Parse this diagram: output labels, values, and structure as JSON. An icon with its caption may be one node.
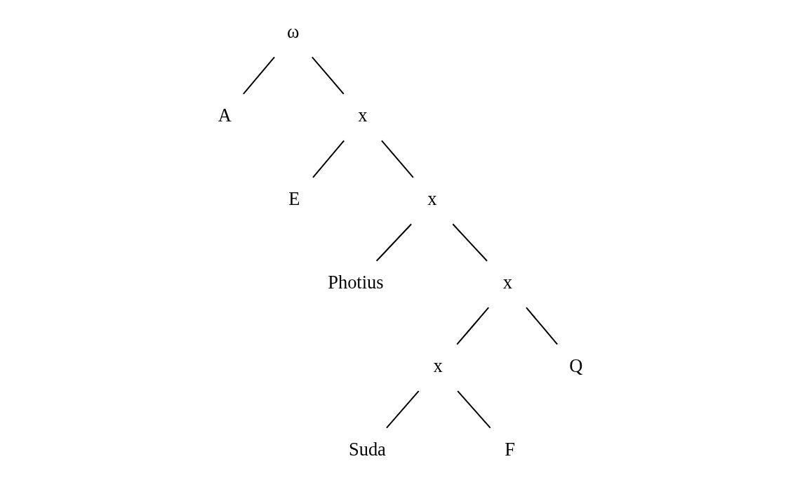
{
  "diagram": {
    "nodes": [
      {
        "text": [
          "ω"
        ]
      },
      {
        "text": [
          "A"
        ]
      },
      {
        "text": [
          "x"
        ]
      },
      {
        "text": [
          "E"
        ]
      },
      {
        "text": [
          "x"
        ]
      },
      {
        "text": [
          "Photius"
        ]
      },
      {
        "text": [
          "x"
        ]
      },
      {
        "text": [
          "x"
        ]
      },
      {
        "text": [
          "Q"
        ]
      },
      {
        "text": [
          "Suda"
        ]
      },
      {
        "text": [
          "F"
        ]
      }
    ],
    "edges": [
      {
        "from": 0,
        "to": 1,
        "arrow": "none"
      },
      {
        "from": 0,
        "to": 2,
        "arrow": "none"
      },
      {
        "from": 2,
        "to": 3,
        "arrow": "none"
      },
      {
        "from": 2,
        "to": 4,
        "arrow": "none"
      },
      {
        "from": 4,
        "to": 5,
        "arrow": "none"
      },
      {
        "from": 4,
        "to": 6,
        "arrow": "none"
      },
      {
        "from": 6,
        "to": 7,
        "arrow": "none"
      },
      {
        "from": 6,
        "to": 8,
        "arrow": "none"
      },
      {
        "from": 7,
        "to": 9,
        "arrow": "none"
      },
      {
        "from": 7,
        "to": 10,
        "arrow": "none"
      }
    ]
  }
}
